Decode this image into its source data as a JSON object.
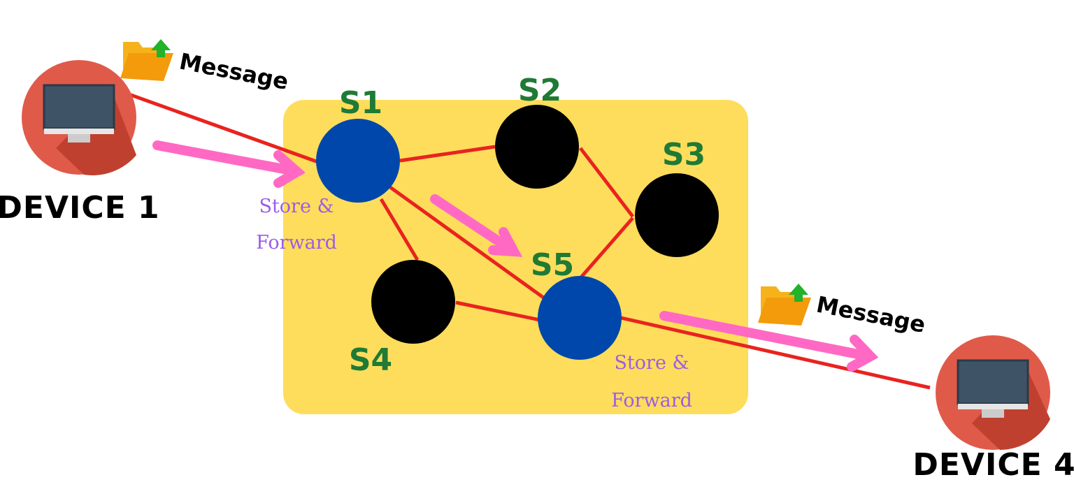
{
  "devices": [
    {
      "label": "Device 1",
      "display": "DEVICE 1"
    },
    {
      "label": "Device 4",
      "display": "DEVICE 4"
    }
  ],
  "switches": [
    {
      "label": "S1",
      "state": "active",
      "color": "#0047AB"
    },
    {
      "label": "S2",
      "state": "idle",
      "color": "#000000"
    },
    {
      "label": "S3",
      "state": "idle",
      "color": "#000000"
    },
    {
      "label": "S4",
      "state": "idle",
      "color": "#000000"
    },
    {
      "label": "S5",
      "state": "active",
      "color": "#0047AB"
    }
  ],
  "message_label": "Message",
  "store_forward": {
    "line1": "Store &",
    "line2": "Forward"
  },
  "icons": [
    "computer-monitor-icon",
    "folder-upload-icon"
  ],
  "colors": {
    "network": "#FFDD5C",
    "link": "#E8231F",
    "flow_arrow": "#FF69C4",
    "label": "#1F7A35",
    "store_forward": "#9B5DE5",
    "device": "#E05A4A"
  }
}
